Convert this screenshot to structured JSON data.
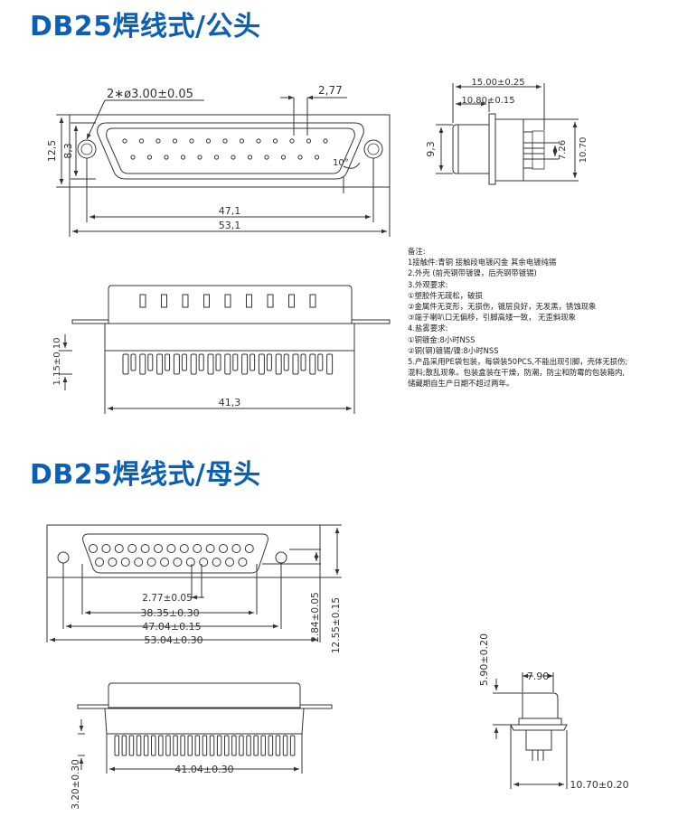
{
  "male": {
    "title": "DB25焊线式/公头",
    "front_view": {
      "hole_spec": "2∗ø3.00±0.05",
      "pin_pitch": "2,77",
      "dim_height_total": "12,5",
      "dim_height_shell": "8,3",
      "angle": "10°",
      "dim_hole_spacing": "47,1",
      "dim_flange_width": "53,1"
    },
    "side_view": {
      "dim_total_depth": "15.00±0.25",
      "dim_front_depth": "10.80±0.15",
      "dim_height_left": "9,3",
      "dim_inner_height": "7.26",
      "dim_outer_height": "10.70"
    },
    "bottom_view": {
      "dim_pin_length": "1.15±0.10",
      "dim_shell_width": "41,3"
    },
    "notes": [
      "备注:",
      "1接触件:青铜 接触段电镀闪金 其余电镀纯锡",
      "2.外壳 (前壳钢带镀镍，后壳钢带镀锡)",
      "3.外观要求:",
      "①塑胶件无疏松，破损",
      "②金属件无变形，无损伤，镀层良好，无发黑，锈蚀现象",
      "③端子喇叭口无偏移，引脚高矮一致， 无歪斜现象",
      "4.盐雾要求:",
      "①铜镀金:8小时NSS",
      "②铜(钢)镀锡/镍:8小时NSS",
      "5.产品采用PE袋包装，每袋装50PCS,不能出现引脚，壳体无损伤;",
      "混料;散乱现象。包装盒装在干燥，防潮，防尘和防霉的包装箱内,",
      "储藏期自生产日期不超过两年。"
    ]
  },
  "female": {
    "title": "DB25焊线式/母头",
    "front_view": {
      "dim_pitch": "2.77±0.05",
      "dim_row_span": "38.35±0.30",
      "dim_hole_spacing": "47.04±0.15",
      "dim_flange_width": "53.04±0.30",
      "dim_row_spacing": "2.84±0.05",
      "dim_flange_height": "12.55±0.15"
    },
    "bottom_view": {
      "dim_pin_length": "3.20±0.30",
      "dim_shell_width": "41.04±0.30"
    },
    "side_view": {
      "dim_height": "5.90±0.20",
      "dim_width": "7.90",
      "dim_depth": "10.70±0.20"
    }
  },
  "colors": {
    "heading": "#0d5fb3",
    "line": "#333333"
  }
}
